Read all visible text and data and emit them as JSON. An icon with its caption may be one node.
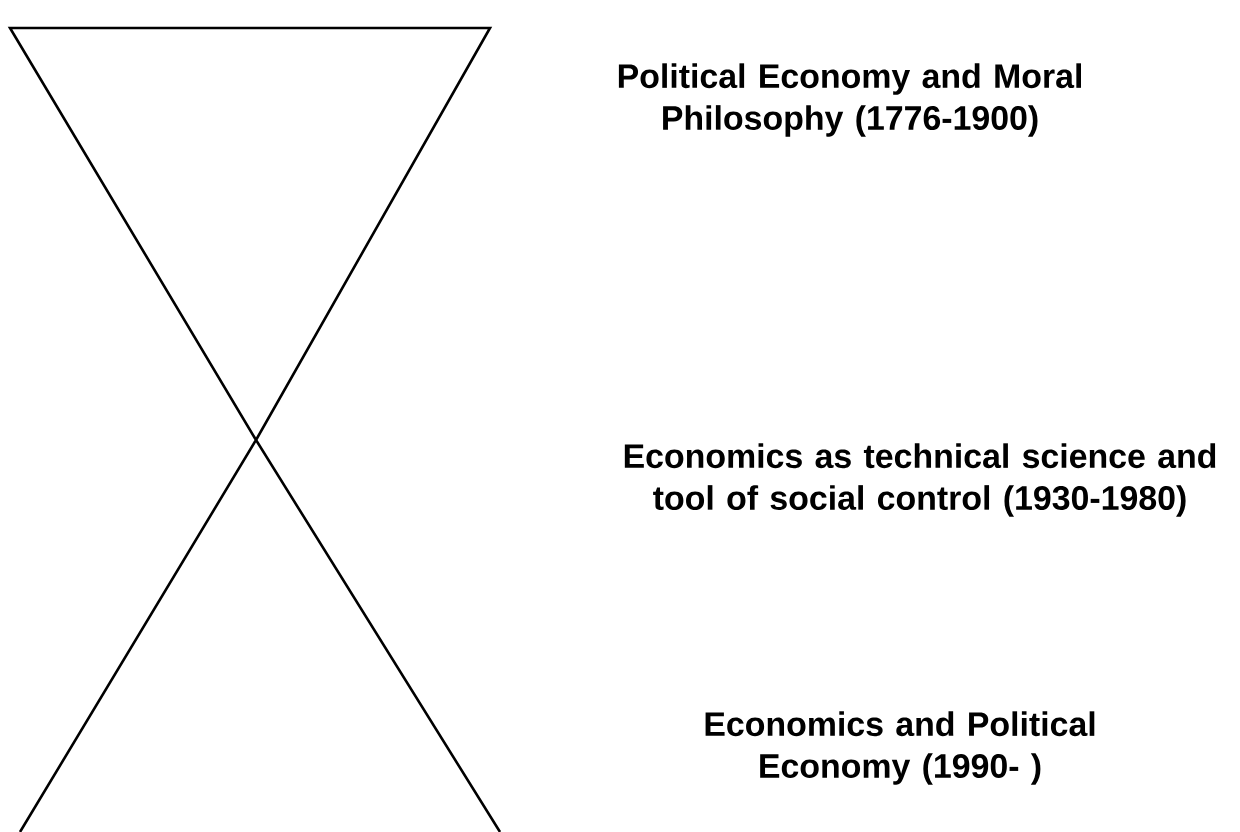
{
  "diagram": {
    "labels": [
      "Political Economy and Moral Philosophy (1776-1900)",
      "Economics as technical science and tool of social control (1930-1980)",
      "Economics and Political Economy (1990-  )"
    ]
  }
}
